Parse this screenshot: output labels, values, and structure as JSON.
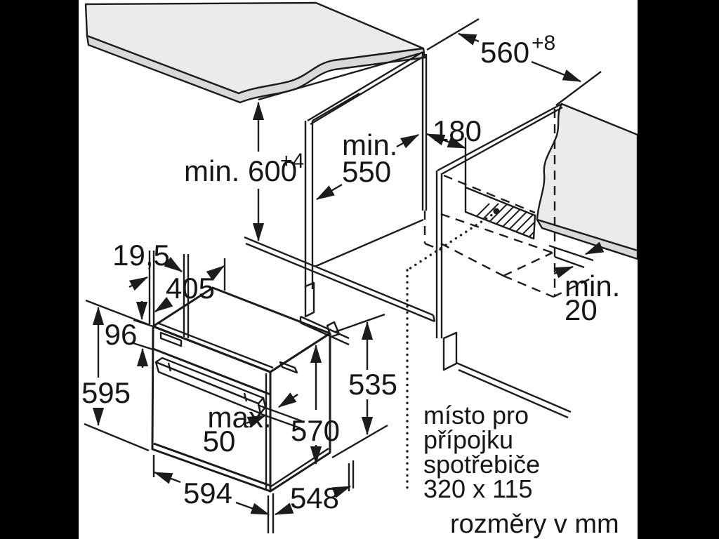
{
  "colors": {
    "line": "#1c1c1c",
    "text": "#161616",
    "surface": "#ebebeb",
    "surface_shade": "#d9d9d9",
    "background": "#ffffff",
    "letterbox": "#000000"
  },
  "annotations": {
    "connection_note_line1": "místo pro",
    "connection_note_line2": "přípojku",
    "connection_note_line3": "spotřebiče",
    "connection_note_line4": "320 x 115",
    "units_note": "rozměry v mm"
  },
  "dimensions": {
    "niche_width": {
      "value": "560",
      "tolerance": "+8"
    },
    "niche_height": {
      "value": "min. 600",
      "tolerance": "+4"
    },
    "niche_depth_line1": "min.",
    "niche_depth_line2": "550",
    "cutout_offset": "180",
    "rear_clearance_line1": "min.",
    "rear_clearance_line2": "20",
    "oven_height": "595",
    "control_panel_height": "96",
    "front_frame_offset": "19,5",
    "top_recess": "405",
    "handle_protrusion_line1": "max.",
    "handle_protrusion_line2": "50",
    "oven_width": "594",
    "oven_depth": "548",
    "body_height": "570",
    "rear_body_height": "535"
  }
}
